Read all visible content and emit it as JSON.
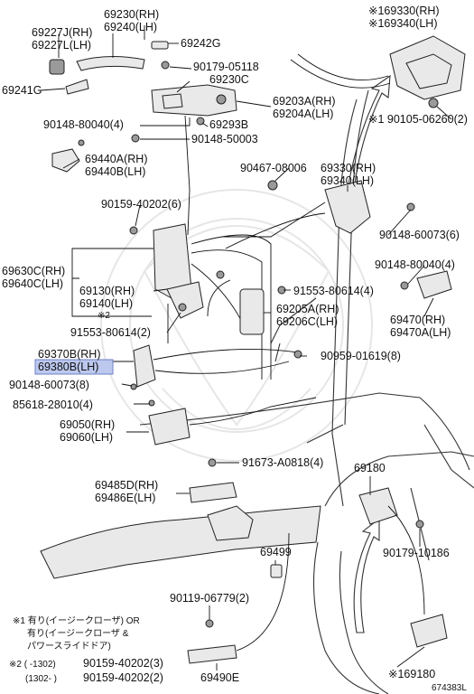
{
  "labels": [
    {
      "id": "p69330",
      "text": "※169330(RH)"
    },
    {
      "id": "p69340",
      "text": "※169340(LH)"
    },
    {
      "id": "p69230",
      "text": "69230(RH)"
    },
    {
      "id": "p69240",
      "text": "69240(LH)"
    },
    {
      "id": "p69227j",
      "text": "69227J(RH)"
    },
    {
      "id": "p69227l",
      "text": "69227L(LH)"
    },
    {
      "id": "p69242g",
      "text": "69242G"
    },
    {
      "id": "p90179_05118",
      "text": "90179-05118"
    },
    {
      "id": "p69230c",
      "text": "69230C"
    },
    {
      "id": "p69241g",
      "text": "69241G"
    },
    {
      "id": "p69203a",
      "text": "69203A(RH)"
    },
    {
      "id": "p69204a",
      "text": "69204A(LH)"
    },
    {
      "id": "p90148_80040_4a",
      "text": "90148-80040(4)"
    },
    {
      "id": "p69293b",
      "text": "69293B"
    },
    {
      "id": "p90148_50003",
      "text": "90148-50003"
    },
    {
      "id": "p90105_06260",
      "text": "※1 90105-06260(2)"
    },
    {
      "id": "p69440a",
      "text": "69440A(RH)"
    },
    {
      "id": "p69440b",
      "text": "69440B(LH)"
    },
    {
      "id": "p90467_08006",
      "text": "90467-08006"
    },
    {
      "id": "p69330rh",
      "text": "69330(RH)"
    },
    {
      "id": "p69340lh",
      "text": "69340(LH)"
    },
    {
      "id": "p90159_40202_6",
      "text": "90159-40202(6)"
    },
    {
      "id": "p90148_60073_6",
      "text": "90148-60073(6)"
    },
    {
      "id": "p69630c",
      "text": "69630C(RH)"
    },
    {
      "id": "p69640c",
      "text": "69640C(LH)"
    },
    {
      "id": "p90148_80040_4b",
      "text": "90148-80040(4)"
    },
    {
      "id": "p69130",
      "text": "69130(RH)"
    },
    {
      "id": "p69140",
      "text": "69140(LH)"
    },
    {
      "id": "p91553_80614_4",
      "text": "91553-80614(4)"
    },
    {
      "id": "pnote2",
      "text": "※2"
    },
    {
      "id": "p69205a",
      "text": "69205A(RH)"
    },
    {
      "id": "p69206c",
      "text": "69206C(LH)"
    },
    {
      "id": "p69470",
      "text": "69470(RH)"
    },
    {
      "id": "p69470a",
      "text": "69470A(LH)"
    },
    {
      "id": "p91553_80614_2",
      "text": "91553-80614(2)"
    },
    {
      "id": "p69370b",
      "text": "69370B(RH)"
    },
    {
      "id": "p69380b",
      "text": "69380B(LH)"
    },
    {
      "id": "p90959_01619",
      "text": "90959-01619(8)"
    },
    {
      "id": "p90148_60073_8",
      "text": "90148-60073(8)"
    },
    {
      "id": "p85618_28010",
      "text": "85618-28010(4)"
    },
    {
      "id": "p69050",
      "text": "69050(RH)"
    },
    {
      "id": "p69060",
      "text": "69060(LH)"
    },
    {
      "id": "p91673_a0818",
      "text": "91673-A0818(4)"
    },
    {
      "id": "p69180",
      "text": "69180"
    },
    {
      "id": "p69485d",
      "text": "69485D(RH)"
    },
    {
      "id": "p69486e",
      "text": "69486E(LH)"
    },
    {
      "id": "p69499",
      "text": "69499"
    },
    {
      "id": "p90179_10186",
      "text": "90179-10186"
    },
    {
      "id": "p90119_06779",
      "text": "90119-06779(2)"
    },
    {
      "id": "p69180b",
      "text": "※169180"
    },
    {
      "id": "p69490e",
      "text": "69490E"
    },
    {
      "id": "diagram_id",
      "text": "674383L"
    }
  ],
  "notes": {
    "n1_line1": "※1 有り(イージークローザ) OR",
    "n1_line2": "有り(イージークローザ &",
    "n1_line3": "パワースライドドア)",
    "n2_line1a": "※2 (     -1302)",
    "n2_line1b": "90159-40202(3)",
    "n2_line2a": "(1302-     )",
    "n2_line2b": "90159-40202(2)"
  },
  "highlight": {
    "label_id": "p69380b",
    "color": "#bcc8ee"
  }
}
